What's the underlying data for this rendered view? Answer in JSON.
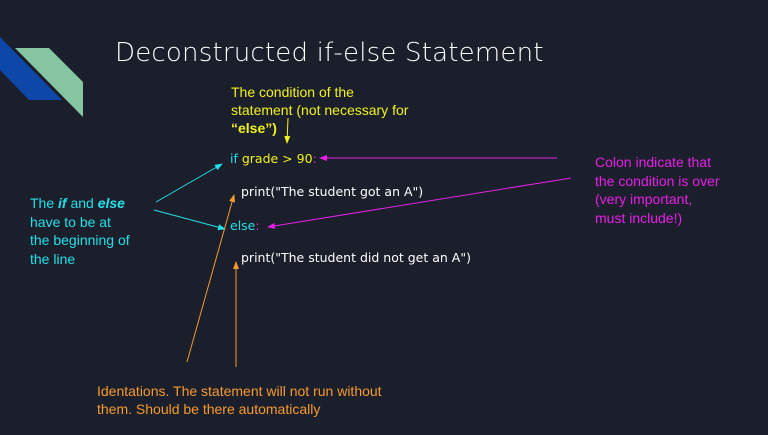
{
  "title": "Deconstructed if-else Statement",
  "condition_note": {
    "line1": "The condition of the",
    "line2": "statement (not necessary for",
    "line3": "“else”)"
  },
  "code": {
    "if_keyword": "if",
    "condition": " grade > 90",
    "colon": ":",
    "print1": "print(\"The student got an A\")",
    "else_keyword": "else",
    "print2": "print(\"The student did not get an A\")"
  },
  "keyword_note": {
    "the": "The ",
    "if": "if",
    "and": " and ",
    "else": "else",
    "line2": "have to be at",
    "line3": "the beginning of",
    "line4": "the line"
  },
  "colon_note": {
    "line1": "Colon indicate that",
    "line2": "the condition is over",
    "line3": "(very important,",
    "line4": "must include!)"
  },
  "indent_note": {
    "line1": "Identations. The statement will not run without",
    "line2": "them. Should be there automatically"
  },
  "colors": {
    "background": "#1b1f2b",
    "yellow": "#f2f21e",
    "cyan": "#22e0e8",
    "magenta": "#e620e6",
    "orange": "#f59a30",
    "logo_blue": "#0d47a8",
    "logo_green": "#86c5a2"
  }
}
